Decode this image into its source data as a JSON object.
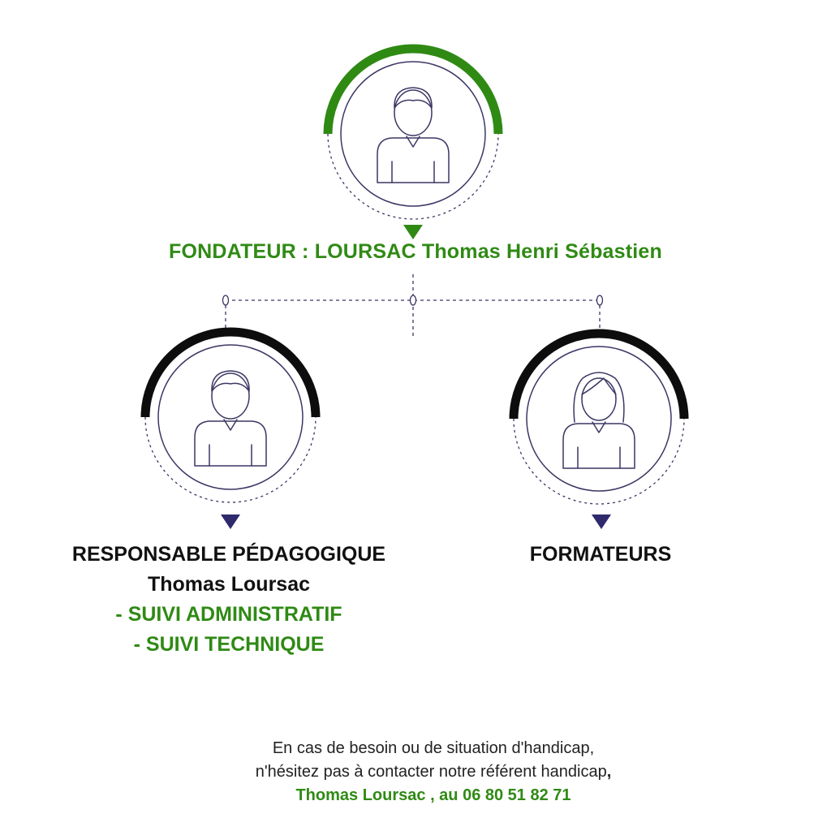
{
  "colors": {
    "accent_green": "#2f8a14",
    "arc_black": "#0d0d0d",
    "line_purple": "#3b3764",
    "arrow_navy": "#2e2a6b"
  },
  "founder": {
    "title": "FONDATEUR : LOURSAC Thomas Henri Sébastien",
    "icon": "male-person-icon"
  },
  "responsable": {
    "title": "RESPONSABLE PÉDAGOGIQUE",
    "name": "Thomas Loursac",
    "tasks": [
      "- SUIVI ADMINISTRATIF",
      "- SUIVI TECHNIQUE"
    ],
    "icon": "male-person-icon"
  },
  "formateurs": {
    "title": "FORMATEURS",
    "icon": "female-person-icon"
  },
  "footer": {
    "line1": "En cas de besoin ou de situation d'handicap,",
    "line2": "n'hésitez pas à contacter notre référent handicap",
    "line2_punct": ",",
    "contact": "Thomas Loursac , au 06 80 51 82 71"
  }
}
